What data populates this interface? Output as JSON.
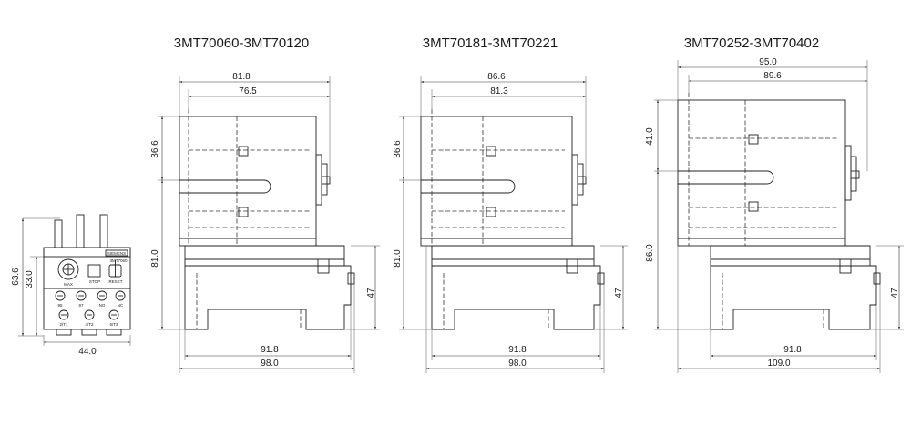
{
  "titles": {
    "view1": "3MT70060-3MT70120",
    "view2": "3MT70181-3MT70221",
    "view3": "3MT70252-3MT70402"
  },
  "front": {
    "height_overall": "63.6",
    "height_upper": "33.0",
    "width": "44.0",
    "brand": "SIEMENS",
    "model": "3MT7060",
    "terminals_top": [
      "95",
      "97",
      "NO",
      "NC"
    ],
    "terminals_bottom": [
      "2/T1",
      "4/T2",
      "6/T3"
    ],
    "labels": [
      "MAX",
      "STOP",
      "RESET"
    ]
  },
  "view1": {
    "top_outer": "81.8",
    "top_inner": "76.5",
    "left_upper": "36.6",
    "left_lower": "81.0",
    "right": "47",
    "bottom_inner": "91.8",
    "bottom_outer": "98.0"
  },
  "view2": {
    "top_outer": "86.6",
    "top_inner": "81.3",
    "left_upper": "36.6",
    "left_lower": "81.0",
    "right": "47",
    "bottom_inner": "91.8",
    "bottom_outer": "98.0"
  },
  "view3": {
    "top_outer": "95.0",
    "top_inner": "89.6",
    "left_upper": "41.0",
    "left_lower": "86.0",
    "right": "47",
    "bottom_inner": "91.8",
    "bottom_outer": "109.0"
  }
}
